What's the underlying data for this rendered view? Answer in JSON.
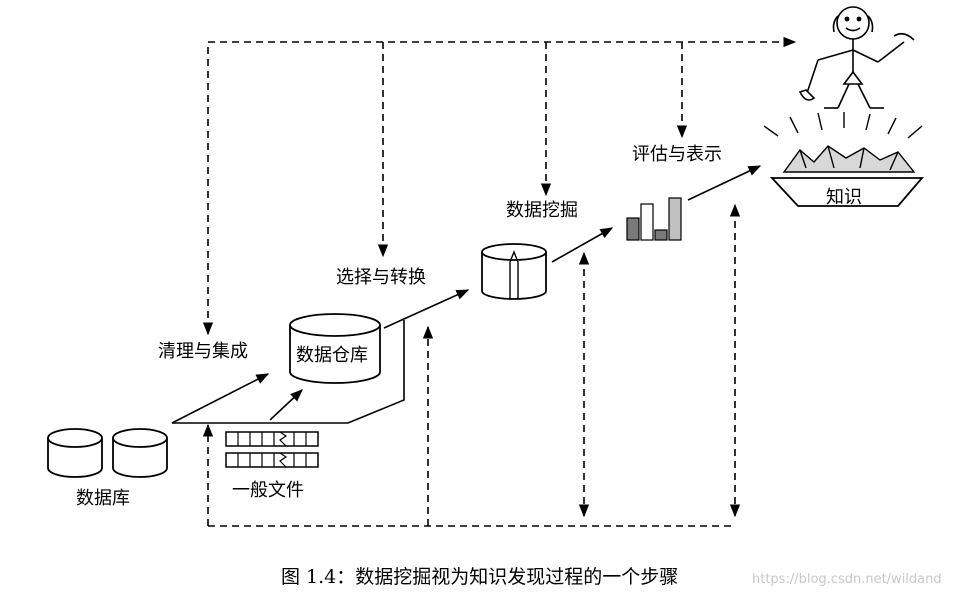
{
  "labels": {
    "database": "数据库",
    "flat_file": "一般文件",
    "cleaning": "清理与集成",
    "warehouse": "数据仓库",
    "selection": "选择与转换",
    "mining": "数据挖掘",
    "evaluation": "评估与表示",
    "knowledge": "知识"
  },
  "caption": "图 1.4：数据挖掘视为知识发现过程的一个步骤",
  "watermark": "https://blog.csdn.net/wildand"
}
